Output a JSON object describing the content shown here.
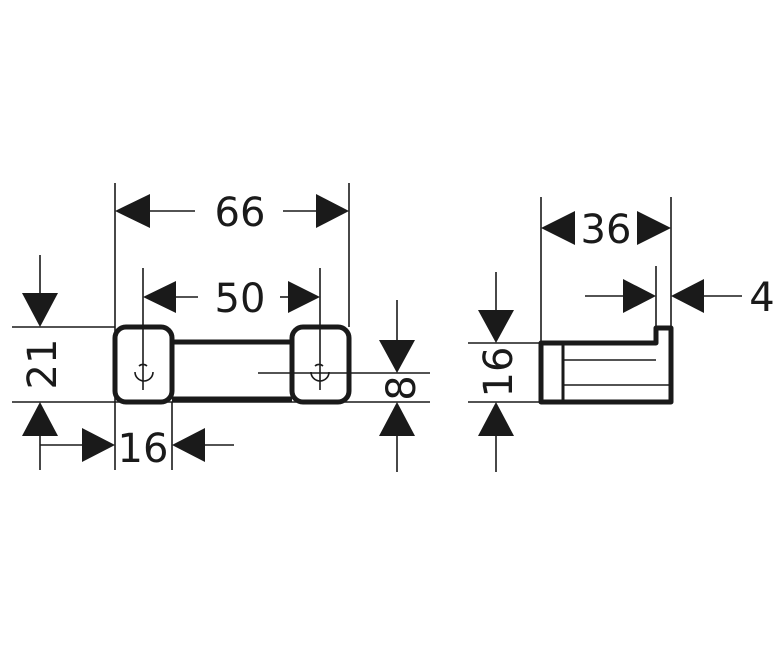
{
  "dimensions": {
    "overall_width": "66",
    "hole_spacing": "50",
    "height": "21",
    "end_width": "16",
    "bar_thickness": "8",
    "depth": "36",
    "lip": "4",
    "side_height": "16"
  },
  "colors": {
    "line": "#1a1a1a",
    "background": "#ffffff"
  }
}
